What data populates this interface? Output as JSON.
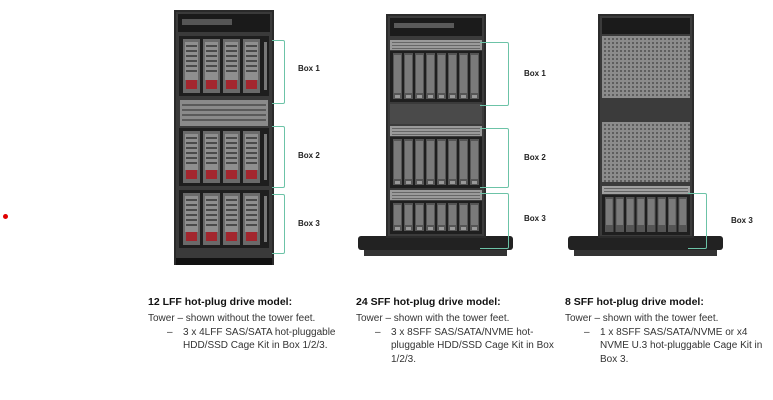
{
  "servers": [
    {
      "name": "12 LFF",
      "boxes": [
        "Box 1",
        "Box 2",
        "Box 3"
      ]
    },
    {
      "name": "24 SFF",
      "boxes": [
        "Box 1",
        "Box 2",
        "Box 3"
      ]
    },
    {
      "name": "8 SFF",
      "boxes": [
        "Box 3"
      ]
    }
  ],
  "captions": [
    {
      "title": "12 LFF hot-plug drive model:",
      "desc": "Tower – shown without the tower feet.",
      "items": [
        "3 x 4LFF SAS/SATA hot-pluggable HDD/SSD Cage Kit in Box 1/2/3."
      ]
    },
    {
      "title": "24 SFF hot-plug drive model:",
      "desc": "Tower – shown with the tower feet.",
      "items": [
        "3 x 8SFF SAS/SATA/NVME hot- pluggable HDD/SSD Cage Kit in Box 1/2/3."
      ]
    },
    {
      "title": "8 SFF hot-plug drive model:",
      "desc": "Tower – shown with the tower feet.",
      "items": [
        "1 x 8SFF SAS/SATA/NVME or x4 NVME U.3 hot-pluggable Cage Kit in Box 3."
      ]
    }
  ]
}
